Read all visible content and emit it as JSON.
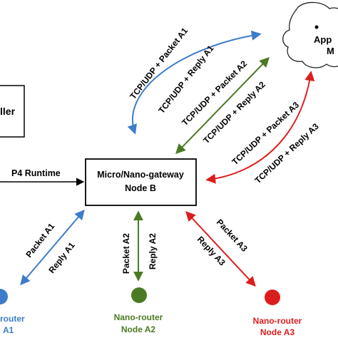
{
  "colors": {
    "blue": "#3d7cc9",
    "green": "#4b7a25",
    "red": "#dd1d1d",
    "black": "#000000",
    "cloud_fill": "#ffffff",
    "cloud_stroke": "#222222"
  },
  "controller": {
    "label": "ller"
  },
  "gateway": {
    "line1": "Micro/Nano-gateway",
    "line2": "Node B"
  },
  "app_cloud": {
    "line1": "App",
    "line2": "M"
  },
  "p4_link": {
    "label": "P4 Runtime"
  },
  "node_a1": {
    "line1": "-router",
    "line2": "A1"
  },
  "node_a2": {
    "line1": "Nano-router",
    "line2": "Node A2"
  },
  "node_a3": {
    "line1": "Nano-router",
    "line2": "Node A3"
  },
  "links": {
    "a1_packet_up": "TCP/UDP + Packet A1",
    "a1_reply_up": "TCP/UDP + Reply A1",
    "a2_packet_up": "TCP/UDP + Packet A2",
    "a2_reply_up": "TCP/UDP + Reply A2",
    "a3_packet_up": "TCP/UDP + Packet A3",
    "a3_reply_up": "TCP/UDP + Reply A3",
    "a1_packet_down": "Packet A1",
    "a1_reply_down": "Reply A1",
    "a2_packet_down": "Packet A2",
    "a2_reply_down": "Reply A2",
    "a3_packet_down": "Packet A3",
    "a3_reply_down": "Reply A3"
  }
}
